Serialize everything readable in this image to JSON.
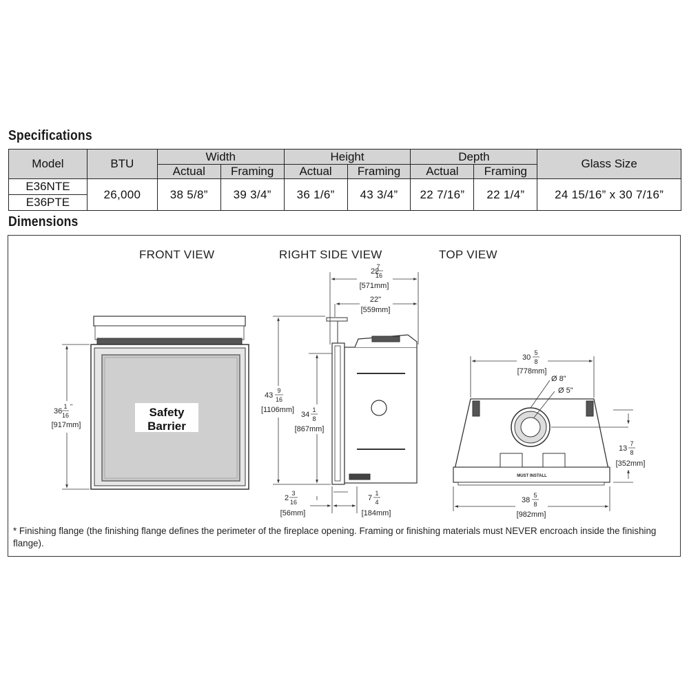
{
  "specifications": {
    "heading": "Specifications",
    "headers": {
      "model": "Model",
      "btu": "BTU",
      "width": "Width",
      "height": "Height",
      "depth": "Depth",
      "glass": "Glass Size",
      "actual": "Actual",
      "framing": "Framing"
    },
    "models": [
      "E36NTE",
      "E36PTE"
    ],
    "btu": "26,000",
    "width_actual": "38 5/8”",
    "width_framing": "39 3/4”",
    "height_actual": "36 1/6”",
    "height_framing": "43 3/4”",
    "depth_actual": "22 7/16”",
    "depth_framing": "22 1/4”",
    "glass_size": "24 15/16” x 30 7/16”"
  },
  "dimensions": {
    "heading": "Dimensions",
    "views": {
      "front": "FRONT VIEW",
      "side": "RIGHT SIDE VIEW",
      "top": "TOP VIEW"
    },
    "safety_barrier": [
      "Safety",
      "Barrier"
    ],
    "front_height": {
      "whole": "36",
      "num": "1",
      "den": "16",
      "mm": "[917mm]"
    },
    "side_depth_top": {
      "whole": "22",
      "num": "7",
      "den": "16",
      "mm": "[571mm]"
    },
    "side_depth_22": {
      "text": "22\"",
      "mm": "[559mm]"
    },
    "side_height_total": {
      "whole": "43",
      "num": "9",
      "den": "16",
      "mm": "[1106mm]"
    },
    "side_height_inner": {
      "whole": "34",
      "num": "1",
      "den": "8",
      "mm": "[867mm]"
    },
    "side_bottom_left": {
      "whole": "2",
      "num": "3",
      "den": "16",
      "mm": "[56mm]"
    },
    "side_bottom_right": {
      "whole": "7",
      "num": "1",
      "den": "4",
      "mm": "[184mm]"
    },
    "top_width_top": {
      "whole": "30",
      "num": "5",
      "den": "8",
      "mm": "[778mm]"
    },
    "top_vent_outer": "Ø 8\"",
    "top_vent_inner": "Ø 5\"",
    "top_depth": {
      "whole": "13",
      "num": "7",
      "den": "8",
      "mm": "[352mm]"
    },
    "top_width_bottom": {
      "whole": "38",
      "num": "5",
      "den": "8",
      "mm": "[982mm]"
    },
    "must_install": "MUST INSTALL",
    "note": "* Finishing flange (the finishing flange defines the perimeter of the fireplace opening. Framing or finishing materials must NEVER encroach inside the finishing flange)."
  }
}
